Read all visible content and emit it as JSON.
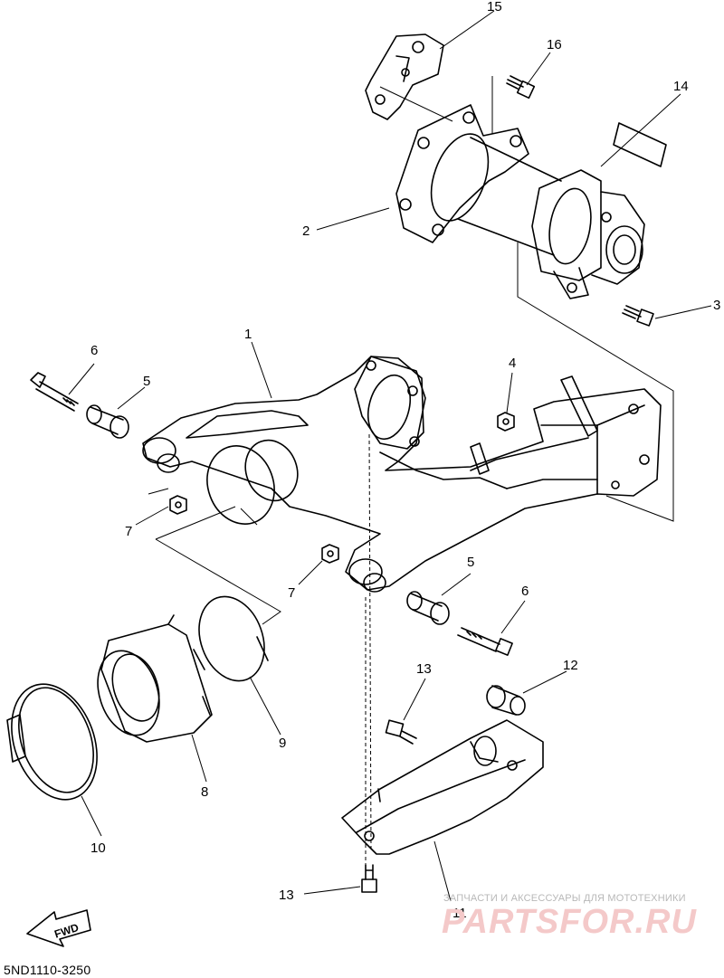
{
  "diagram": {
    "callouts": {
      "c1": "1",
      "c2": "2",
      "c3": "3",
      "c4": "4",
      "c5a": "5",
      "c5b": "5",
      "c6a": "6",
      "c6b": "6",
      "c7a": "7",
      "c7b": "7",
      "c8": "8",
      "c9": "9",
      "c10": "10",
      "c11": "11",
      "c12": "12",
      "c13a": "13",
      "c13b": "13",
      "c14": "14",
      "c15": "15",
      "c16": "16"
    },
    "fwd_label": "FWD",
    "drawing_code": "5ND1110-3250"
  },
  "watermark": {
    "tagline": "ЗАПЧАСТИ И АКСЕССУАРЫ ДЛЯ МОТОТЕХНИКИ",
    "brand": "PARTSFOR.RU"
  }
}
